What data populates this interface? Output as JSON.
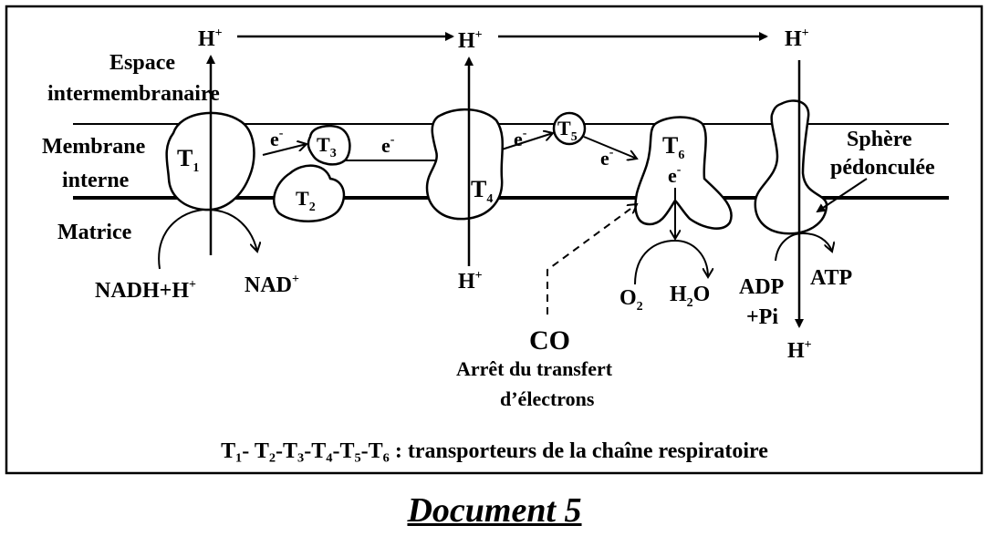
{
  "labels": {
    "espace_line1": "Espace",
    "espace_line2": "intermembranaire",
    "membrane_line1": "Membrane",
    "membrane_line2": "interne",
    "matrice": "Matrice",
    "sphere_line1": "Sphère",
    "sphere_line2": "pédonculée",
    "co": "CO",
    "arret_line1": "Arrêt du transfert",
    "arret_line2": "d’électrons",
    "legend": "T₁- T₂-T₃-T₄-T₅-T₆ : transporteurs de la chaîne respiratoire"
  },
  "species": {
    "h_plus": "H",
    "plus": "+",
    "nadh": "NADH+H",
    "nad": "NAD",
    "o": "O",
    "two": "2",
    "h2o_h": "H",
    "h2o_o": "O",
    "adp": "ADP",
    "pi": "+Pi",
    "atp": "ATP",
    "e": "e",
    "minus": "-"
  },
  "transporters": {
    "t": "T",
    "i1": "1",
    "i2": "2",
    "i3": "3",
    "i4": "4",
    "i5": "5",
    "i6": "6"
  },
  "document_title": "Document 5"
}
